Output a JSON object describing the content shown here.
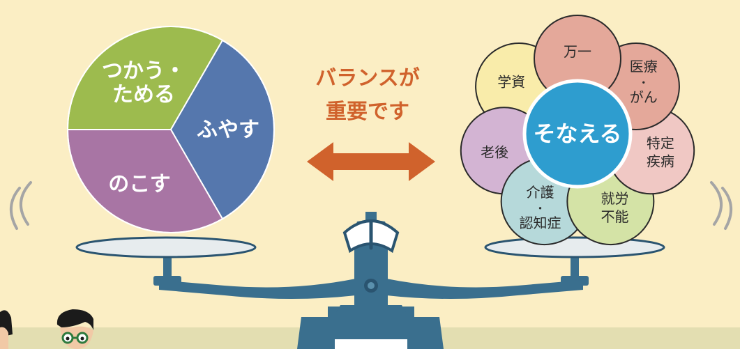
{
  "left_pie": {
    "segments": [
      {
        "lines": [
          "つかう・",
          "ためる"
        ],
        "color": "#9dbb4e"
      },
      {
        "lines": [
          "ふやす"
        ],
        "color": "#5577ad"
      },
      {
        "lines": [
          "のこす"
        ],
        "color": "#a875a4"
      }
    ]
  },
  "center": {
    "lines": [
      "バランスが",
      "重要です"
    ],
    "text_color": "#d0622c",
    "arrow_color": "#d0622c"
  },
  "flower": {
    "center_label": "そなえる",
    "center_color": "#2e9dcf",
    "petals": [
      {
        "lines": [
          "万一"
        ],
        "color": "#e4a89a"
      },
      {
        "lines": [
          "医療",
          "・",
          "がん"
        ],
        "color": "#e4a89a"
      },
      {
        "lines": [
          "特定",
          "疾病"
        ],
        "color": "#f0c8c4"
      },
      {
        "lines": [
          "就労",
          "不能"
        ],
        "color": "#d4e3a6"
      },
      {
        "lines": [
          "介護",
          "・",
          "認知症"
        ],
        "color": "#b6d9da"
      },
      {
        "lines": [
          "老後"
        ],
        "color": "#d3b4d3"
      },
      {
        "lines": [
          "学資"
        ],
        "color": "#f9ecaa"
      }
    ]
  },
  "colors": {
    "background": "#fbeec4",
    "floor": "#e3deb1",
    "scale": "#3a6f8e",
    "scale_dark": "#2a5470",
    "plate": "#e7ecee"
  }
}
